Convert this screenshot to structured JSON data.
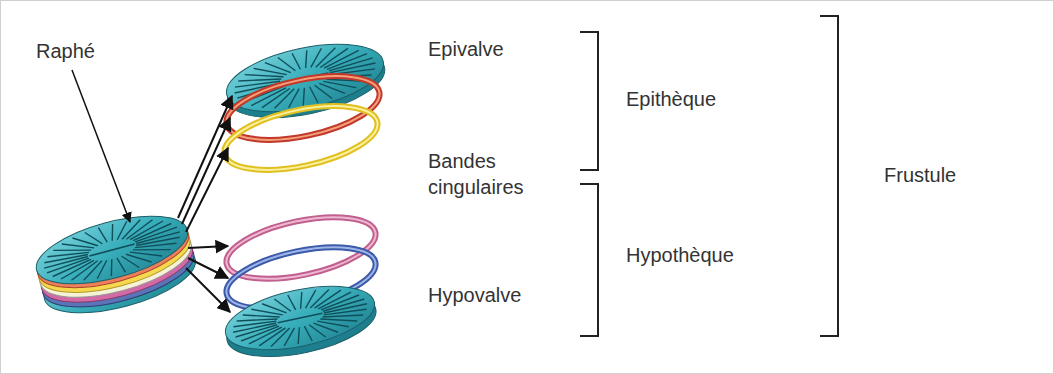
{
  "diagram": {
    "labels": [
      "Raphé",
      "Epivalve",
      "Bandes cingulaires",
      "Hypovalve",
      "Epithèque",
      "Hypothèque",
      "Frustule"
    ]
  }
}
